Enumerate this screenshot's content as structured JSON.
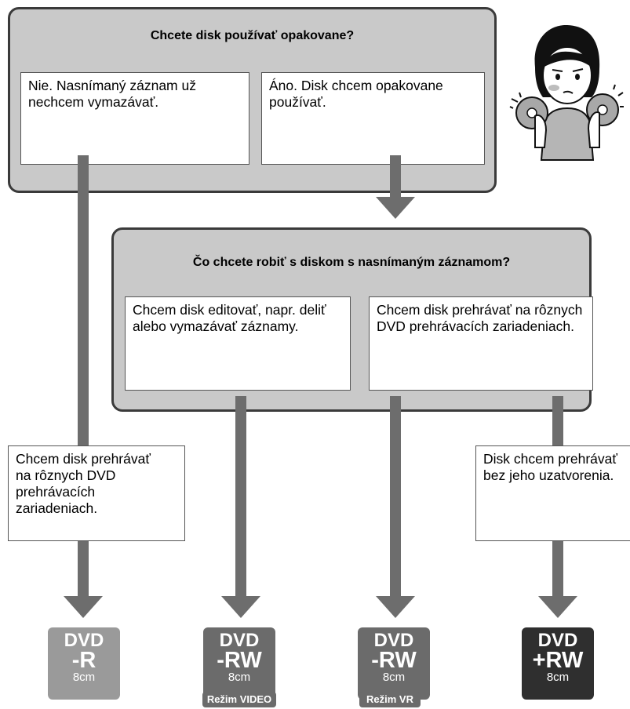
{
  "q1": {
    "title": "Chcete disk používať opakovane?",
    "left": "Nie. Nasnímaný záznam už nechcem vymazávať.",
    "right": "Áno. Disk chcem opakovane používať."
  },
  "q2": {
    "title": "Čo chcete robiť s diskom s nasnímaným záznamom?",
    "left": "Chcem disk editovať, napr. deliť alebo vymazávať záznamy.",
    "right": "Chcem disk prehrávať na rôznych DVD prehrávacích zariadeniach."
  },
  "notes": {
    "left": "Chcem disk prehrávať na rôznych DVD prehrávacích zariadeniach.",
    "right": "Disk chcem prehrávať bez jeho uzatvorenia."
  },
  "badges": [
    {
      "line1": "DVD",
      "line2": "-R",
      "line3": "8cm",
      "color": "#9a9a9a"
    },
    {
      "line1": "DVD",
      "line2": "-RW",
      "line3": "8cm",
      "color": "#6b6b6b",
      "tag": "Režim VIDEO"
    },
    {
      "line1": "DVD",
      "line2": "-RW",
      "line3": "8cm",
      "color": "#6b6b6b",
      "tag": "Režim VR"
    },
    {
      "line1": "DVD",
      "line2": "+RW",
      "line3": "8cm",
      "color": "#2f2f2f"
    }
  ],
  "colors": {
    "panel": "#c9c9c9",
    "arrow": "#6d6d6d"
  },
  "illustration": "girl-holding-discs-icon"
}
